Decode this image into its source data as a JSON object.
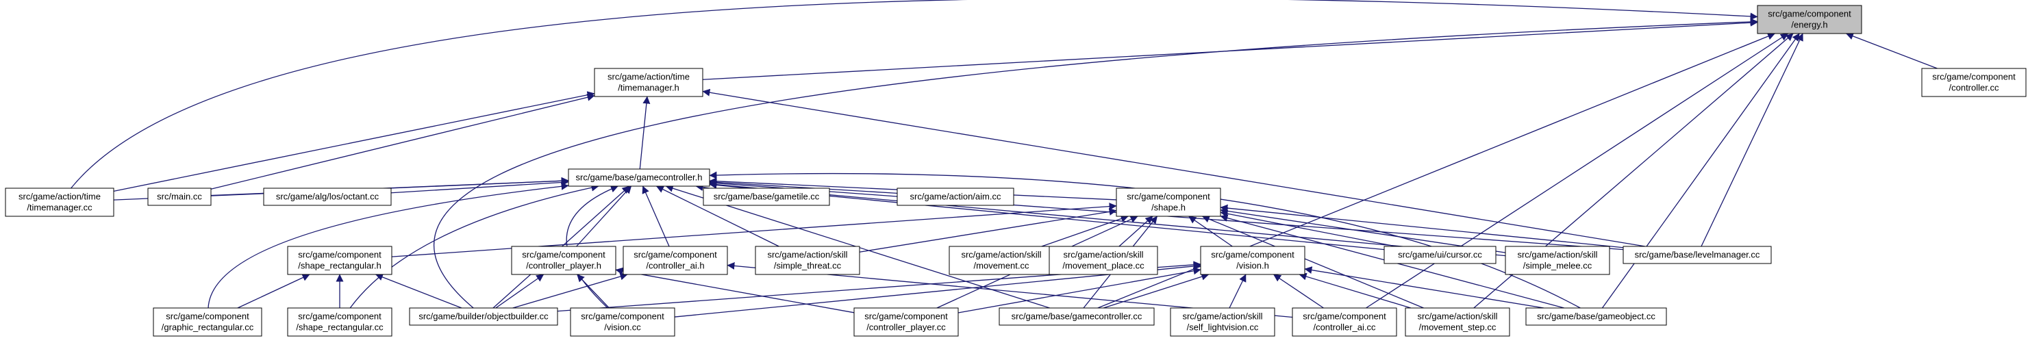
{
  "graph": {
    "root": "n_energy",
    "colors": {
      "edge": "#191970",
      "root_fill": "#bfbfbf",
      "node_fill": "#ffffff",
      "node_border": "#000000"
    },
    "nodes": {
      "n_energy": {
        "lines": [
          "src/game/component",
          "/energy.h"
        ]
      },
      "n_ctrl_cc": {
        "lines": [
          "src/game/component",
          "/controller.cc"
        ]
      },
      "n_tm_h": {
        "lines": [
          "src/game/action/time",
          "/timemanager.h"
        ]
      },
      "n_gc_h": {
        "lines": [
          "src/game/base/gamecontroller.h"
        ]
      },
      "n_tm_cc": {
        "lines": [
          "src/game/action/time",
          "/timemanager.cc"
        ]
      },
      "n_main": {
        "lines": [
          "src/main.cc"
        ]
      },
      "n_octant": {
        "lines": [
          "src/game/alg/los/octant.cc"
        ]
      },
      "n_gametile": {
        "lines": [
          "src/game/base/gametile.cc"
        ]
      },
      "n_aim": {
        "lines": [
          "src/game/action/aim.cc"
        ]
      },
      "n_shape_h": {
        "lines": [
          "src/game/component",
          "/shape.h"
        ]
      },
      "n_shape_rect_h": {
        "lines": [
          "src/game/component",
          "/shape_rectangular.h"
        ]
      },
      "n_cplayer_h": {
        "lines": [
          "src/game/component",
          "/controller_player.h"
        ]
      },
      "n_cai_h": {
        "lines": [
          "src/game/component",
          "/controller_ai.h"
        ]
      },
      "n_threat": {
        "lines": [
          "src/game/action/skill",
          "/simple_threat.cc"
        ]
      },
      "n_movement": {
        "lines": [
          "src/game/action/skill",
          "/movement.cc"
        ]
      },
      "n_moveplace": {
        "lines": [
          "src/game/action/skill",
          "/movement_place.cc"
        ]
      },
      "n_vision_h": {
        "lines": [
          "src/game/component",
          "/vision.h"
        ]
      },
      "n_cursor": {
        "lines": [
          "src/game/ui/cursor.cc"
        ]
      },
      "n_melee": {
        "lines": [
          "src/game/action/skill",
          "/simple_melee.cc"
        ]
      },
      "n_levelmgr": {
        "lines": [
          "src/game/base/levelmanager.cc"
        ]
      },
      "n_graphic_rect": {
        "lines": [
          "src/game/component",
          "/graphic_rectangular.cc"
        ]
      },
      "n_shape_rect_cc": {
        "lines": [
          "src/game/component",
          "/shape_rectangular.cc"
        ]
      },
      "n_objbuilder": {
        "lines": [
          "src/game/builder/objectbuilder.cc"
        ]
      },
      "n_vision_cc": {
        "lines": [
          "src/game/component",
          "/vision.cc"
        ]
      },
      "n_cplayer_cc": {
        "lines": [
          "src/game/component",
          "/controller_player.cc"
        ]
      },
      "n_gc_cc": {
        "lines": [
          "src/game/base/gamecontroller.cc"
        ]
      },
      "n_selflight": {
        "lines": [
          "src/game/action/skill",
          "/self_lightvision.cc"
        ]
      },
      "n_cai_cc": {
        "lines": [
          "src/game/component",
          "/controller_ai.cc"
        ]
      },
      "n_movestep": {
        "lines": [
          "src/game/action/skill",
          "/movement_step.cc"
        ]
      },
      "n_gameobject": {
        "lines": [
          "src/game/base/gameobject.cc"
        ]
      }
    }
  }
}
